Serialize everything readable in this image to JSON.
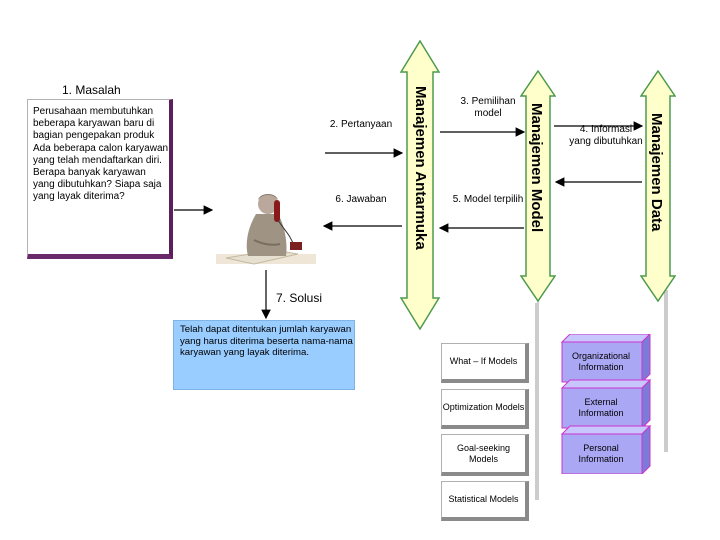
{
  "problem": {
    "title": "1. Masalah",
    "text": "Perusahaan membutuhkan beberapa karyawan baru di bagian pengepakan produk Ada beberapa calon karyawan yang telah mendaftarkan diri. Berapa banyak karyawan yang dibutuhkan? Siapa saja yang layak diterima?"
  },
  "steps": {
    "question": "2. Pertanyaan",
    "answer": "6. Jawaban",
    "model_choice": "3. Pemilihan model",
    "model_chosen": "5. Model terpilih",
    "info_needed": "4. Informasi yang dibutuhkan",
    "solution_title": "7. Solusi"
  },
  "solution": {
    "text": "Telah dapat ditentukan jumlah karyawan yang harus diterima beserta nama-nama karyawan yang layak diterima."
  },
  "layers": {
    "interface": "Manajemen Antarmuka",
    "model": "Manajemen Model",
    "data": "Manajemen Data"
  },
  "models": [
    {
      "label": "What – If Models"
    },
    {
      "label": "Optimization Models"
    },
    {
      "label": "Goal-seeking Models"
    },
    {
      "label": "Statistical Models"
    }
  ],
  "information": [
    {
      "label": "Organizational Information"
    },
    {
      "label": "External Information"
    },
    {
      "label": "Personal Information"
    }
  ],
  "colors": {
    "bar_fill": "#ffffcc",
    "bar_edge": "#4d9a4d",
    "solution_fill": "#99ccff",
    "info_fill": "#aaa8f5",
    "info_edge": "#cc33cc",
    "problem_border": "#6a2a6a"
  }
}
